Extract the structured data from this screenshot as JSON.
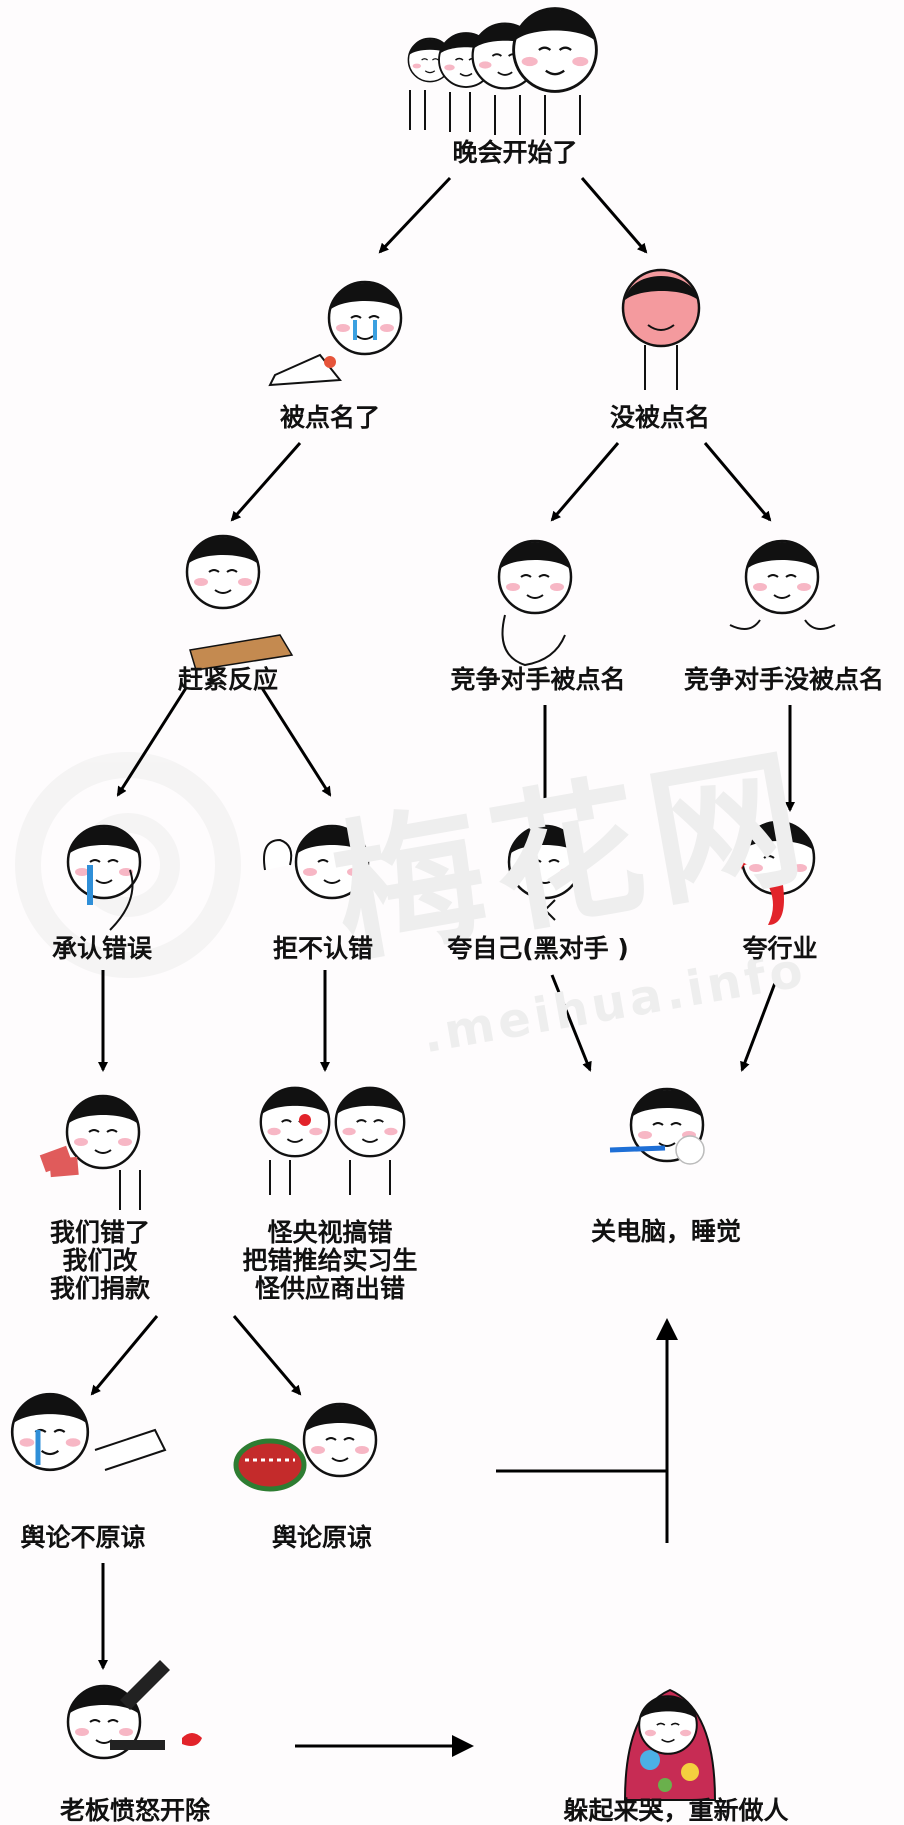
{
  "watermark": {
    "brand": "梅花网",
    "domain": ".meihua.info"
  },
  "nodes": [
    {
      "id": "start",
      "label": "晚会开始了",
      "icon": "four-faces-icon"
    },
    {
      "id": "called",
      "label": "被点名了",
      "icon": "crying-crawling-face-icon"
    },
    {
      "id": "not_called",
      "label": "没被点名",
      "icon": "blushing-face-icon"
    },
    {
      "id": "react",
      "label": "赶紧反应",
      "icon": "typing-face-icon"
    },
    {
      "id": "rival_called",
      "label": "竞争对手被点名",
      "icon": "smug-face-icon"
    },
    {
      "id": "rival_not_called",
      "label": "竞争对手没被点名",
      "icon": "shrugging-face-icon"
    },
    {
      "id": "admit",
      "label": "承认错误",
      "icon": "weeping-face-icon"
    },
    {
      "id": "deny",
      "label": "拒不认错",
      "icon": "flexing-face-icon"
    },
    {
      "id": "praise_self",
      "label": "夸自己(黑对手 )",
      "icon": "scheming-face-icon"
    },
    {
      "id": "praise_industry",
      "label": "夸行业",
      "icon": "nosebleed-face-icon"
    },
    {
      "id": "apologize",
      "label": "我们错了\n我们改\n我们捐款",
      "icon": "money-face-icon"
    },
    {
      "id": "blame",
      "label": "怪央视搞错\n把错推给实习生\n怪供应商出错",
      "icon": "two-faces-icon"
    },
    {
      "id": "sleep",
      "label": "关电脑，睡觉",
      "icon": "toothbrush-face-icon"
    },
    {
      "id": "not_forgiven",
      "label": "舆论不原谅",
      "icon": "sobbing-face-icon"
    },
    {
      "id": "forgiven",
      "label": "舆论原谅",
      "icon": "venus-flytrap-face-icon"
    },
    {
      "id": "fire",
      "label": "老板愤怒开除",
      "icon": "gun-face-icon"
    },
    {
      "id": "blanket",
      "label": "躲起来哭，重新做人",
      "icon": "blanket-face-icon"
    }
  ]
}
